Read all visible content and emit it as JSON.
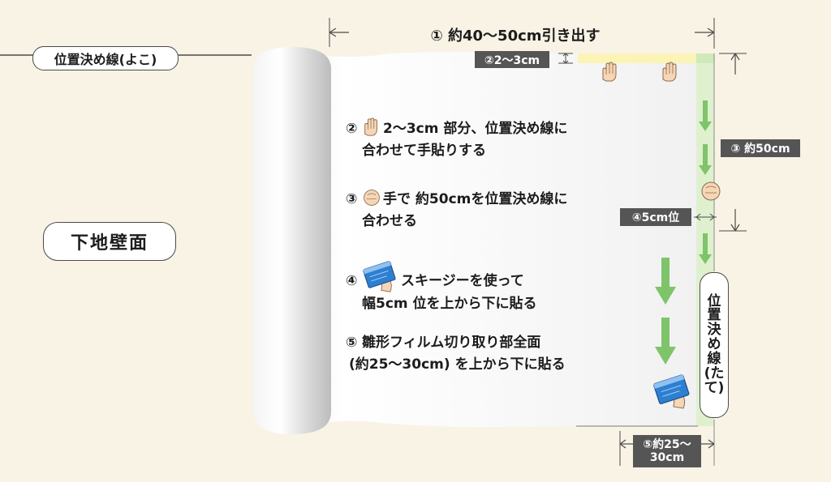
{
  "labels": {
    "horizontal_line": "位置決め線(よこ)",
    "wall": "下地壁面",
    "vertical_line": [
      "位",
      "置",
      "決",
      "め",
      "線",
      "(た",
      "て)"
    ],
    "pull_out": "① 約40〜50cm引き出す",
    "top_gap": "②2〜3cm",
    "approx_50": "③ 約50cm",
    "approx_5": "④5cm位",
    "bottom_1": "⑤約25〜",
    "bottom_2": "30cm"
  },
  "steps": {
    "s2": {
      "num": "②",
      "line1": "2〜3cm 部分、位置決め線に",
      "line2": "合わせて手貼りする"
    },
    "s3": {
      "num": "③",
      "line1": "手で 約50cmを位置決め線に",
      "line2": "合わせる"
    },
    "s4": {
      "num": "④",
      "line1": "スキージーを使って",
      "line2": "幅5cm 位を上から下に貼る"
    },
    "s5": {
      "num": "⑤",
      "line1": "雛形フィルム切り取り部全面",
      "line2": "(約25〜30cm) を上から下に貼る"
    }
  },
  "icons": [
    "hand-icon",
    "squeegee-icon",
    "down-arrow-icon",
    "dimension-arrow-icon"
  ],
  "colors": {
    "background": "#f8f3e4",
    "sheet": "#f2f2f2",
    "positioning_band": "#dff0cf",
    "arrow_green": "#7ec46a",
    "top_band": "#fbf4b6",
    "dark_label": "#555555",
    "squeegee_blue": "#2f7fd0"
  }
}
